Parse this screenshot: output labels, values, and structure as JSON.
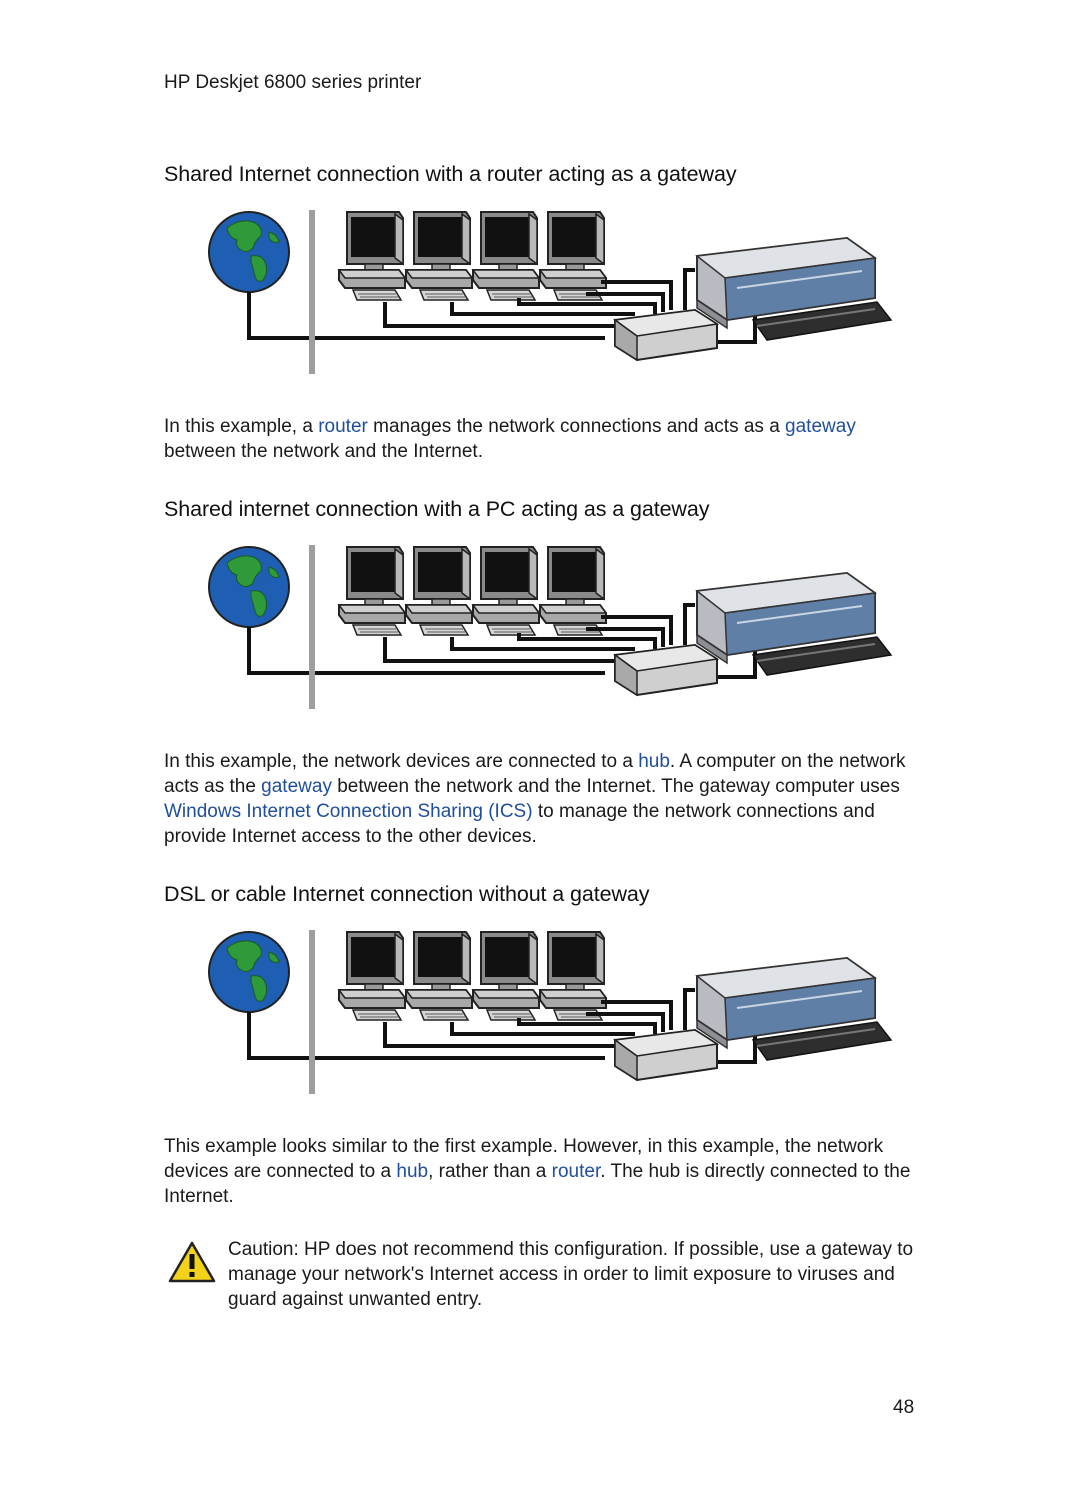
{
  "header": {
    "title": "HP Deskjet 6800 series printer"
  },
  "sections": [
    {
      "heading": "Shared Internet connection with a router acting as a gateway",
      "paragraph": {
        "t1": "In this example, a ",
        "l1": "router",
        "t2": " manages the network connections and acts as a ",
        "l2": "gateway",
        "t3": " between the network and the Internet."
      }
    },
    {
      "heading": "Shared internet connection with a PC acting as a gateway",
      "paragraph": {
        "t1": "In this example, the network devices are connected to a ",
        "l1": "hub",
        "t2": ". A computer on the network acts as the ",
        "l2": "gateway",
        "t3": " between the network and the Internet. The gateway computer uses ",
        "l3": "Windows Internet Connection Sharing (ICS)",
        "t4": " to manage the network connections and provide Internet access to the other devices."
      }
    },
    {
      "heading": "DSL or cable Internet connection without a gateway",
      "paragraph": {
        "t1": "This example looks similar to the first example. However, in this example, the network devices are connected to a ",
        "l1": "hub",
        "t2": ", rather than a ",
        "l2": "router",
        "t3": ". The hub is directly connected to the Internet."
      }
    }
  ],
  "caution": {
    "text": "Caution: HP does not recommend this configuration. If possible, use a gateway to manage your network's Internet access in order to limit exposure to viruses and guard against unwanted entry.",
    "icon": "warning-triangle-icon"
  },
  "page_number": "48",
  "colors": {
    "link": "#1f4e9e",
    "globe_ocean": "#1f5fb3",
    "globe_land": "#2e9a3a",
    "caution_fill": "#f2d21b"
  }
}
